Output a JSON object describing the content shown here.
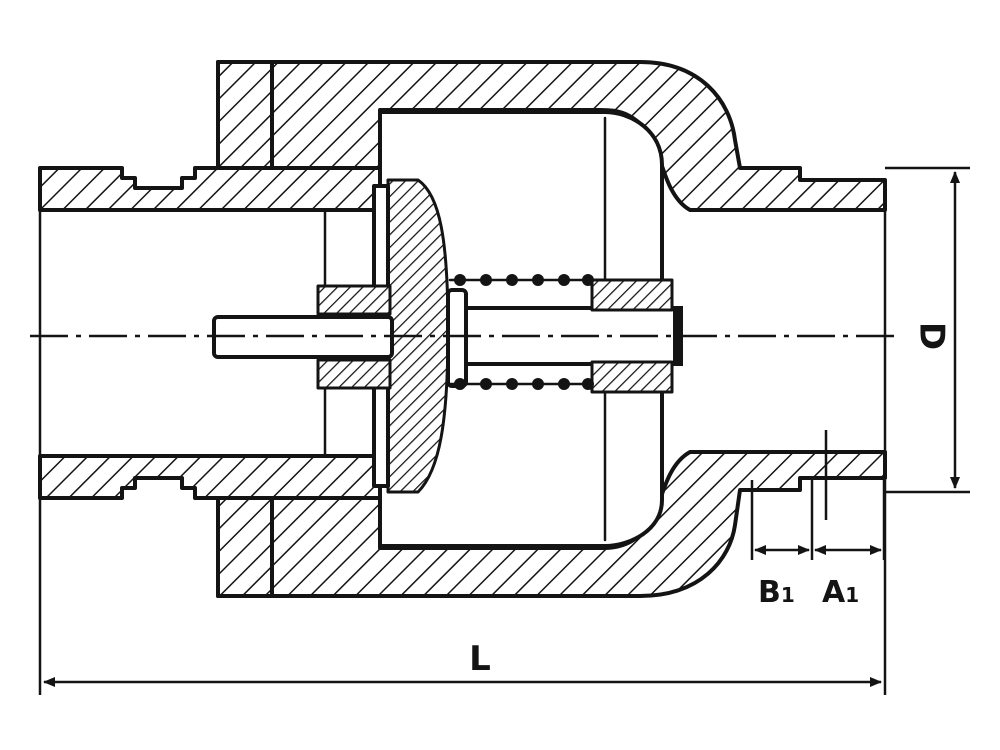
{
  "figure": {
    "type": "check valve cross-section",
    "colors": {
      "ink": "#141414",
      "background": "#ffffff"
    }
  },
  "dimensions": {
    "length_label": "L",
    "diameter_label": "D",
    "b1_letter": "B",
    "b1_sub": "1",
    "a1_letter": "A",
    "a1_sub": "1"
  }
}
